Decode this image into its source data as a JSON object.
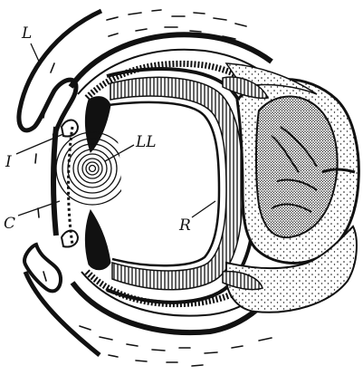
{
  "labels": {
    "L": "L",
    "I": "I",
    "C": "C",
    "LL": "LL",
    "R": "R"
  },
  "colors": {
    "ink": "#111111",
    "paper": "#ffffff"
  }
}
